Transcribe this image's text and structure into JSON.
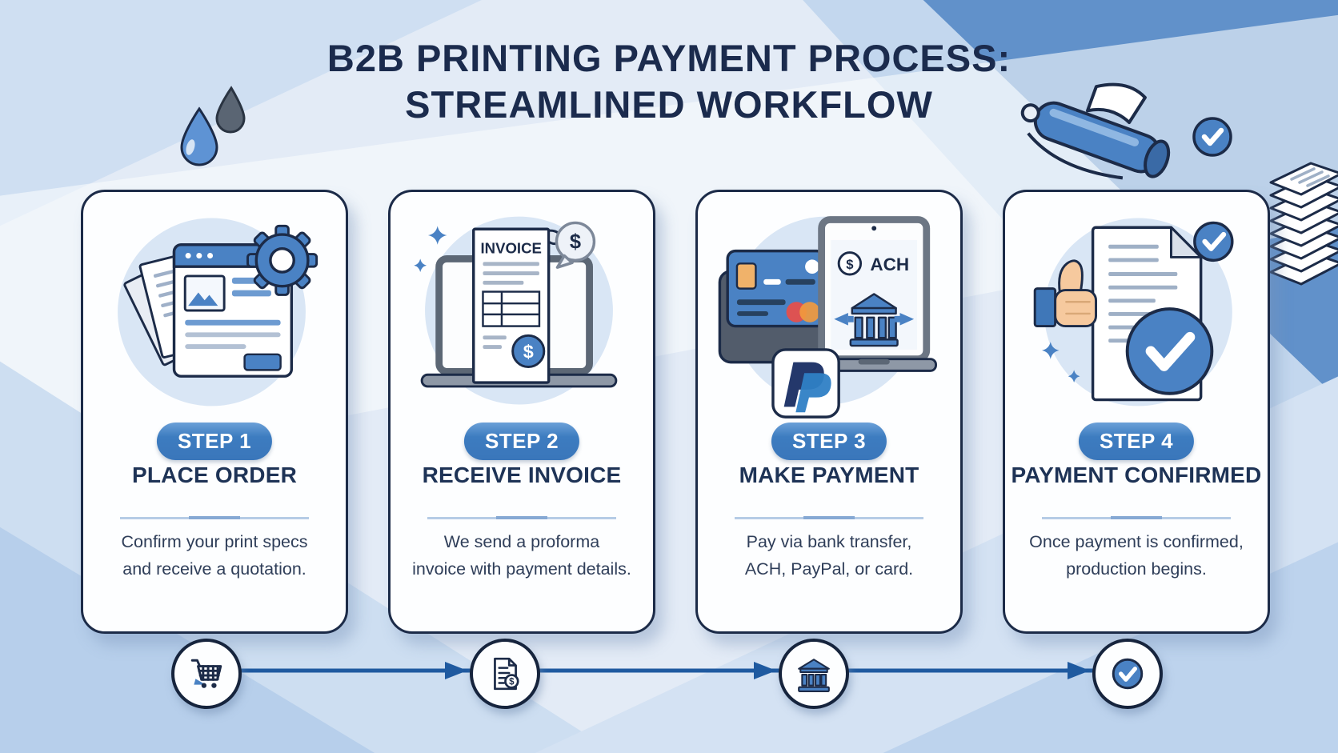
{
  "title": {
    "line1": "B2B PRINTING PAYMENT PROCESS:",
    "line2": "STREAMLINED WORKFLOW"
  },
  "glyphs": {
    "dollar": "$"
  },
  "steps": [
    {
      "badge": "STEP 1",
      "title": "PLACE ORDER",
      "desc1": "Confirm your print specs",
      "desc2": "and receive a quotation.",
      "icon": "order-browser-gear"
    },
    {
      "badge": "STEP 2",
      "title": "RECEIVE INVOICE",
      "desc1": "We send a proforma",
      "desc2": "invoice with payment details.",
      "icon": "laptop-invoice",
      "labels": {
        "invoice": "INVOICE"
      }
    },
    {
      "badge": "STEP 3",
      "title": "MAKE PAYMENT",
      "desc1": "Pay via bank transfer,",
      "desc2": "ACH, PayPal, or card.",
      "icon": "cards-ach-paypal",
      "labels": {
        "ach": "ACH"
      }
    },
    {
      "badge": "STEP 4",
      "title": "PAYMENT CONFIRMED",
      "desc1": "Once payment is confirmed,",
      "desc2": "production begins.",
      "icon": "document-approved"
    }
  ],
  "timeline": {
    "icons": [
      "shopping-cart",
      "invoice-document",
      "bank-building",
      "check-circle"
    ]
  },
  "colors": {
    "accent_blue": "#4a82c4",
    "badge_blue": "#3d7cc0",
    "navy_outline": "#1c2b48",
    "title_navy": "#1b2b4d",
    "background": "#e3ebf6",
    "corner_blue": "#6191ca",
    "arrow_blue": "#1f5aa0",
    "icon_halo": "#d9e6f5",
    "skin": "#f6c99e",
    "chip_orange": "#f0b26a"
  }
}
